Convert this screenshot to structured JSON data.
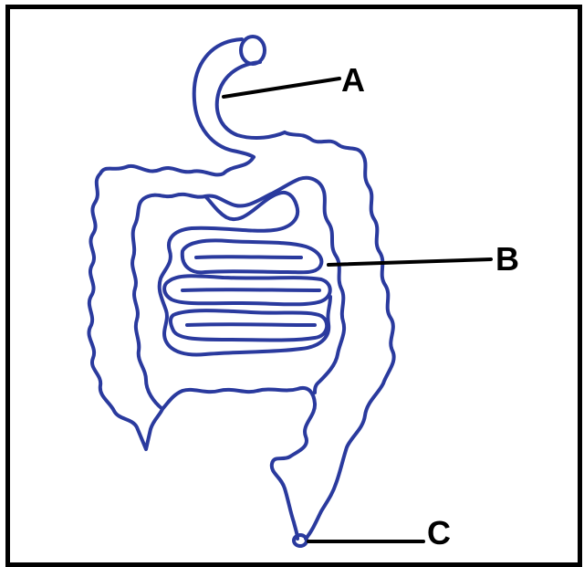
{
  "labels": {
    "a": "A",
    "b": "B",
    "c": "C"
  },
  "colors": {
    "ink": "#2a3a9e",
    "frame": "#000000",
    "background": "#ffffff"
  }
}
